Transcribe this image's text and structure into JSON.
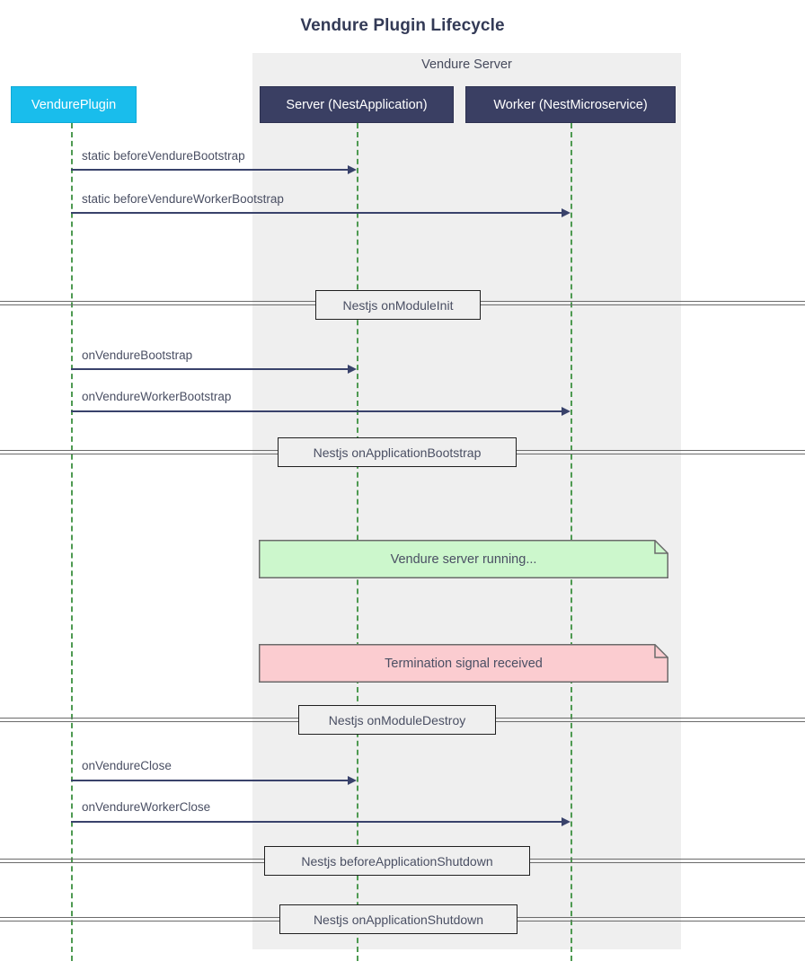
{
  "diagram": {
    "title": "Vendure Plugin Lifecycle",
    "type": "sequence-diagram",
    "colors": {
      "plugin_fill": "#19bdec",
      "nest_fill": "#3a3f63",
      "group_fill": "#efefef",
      "lifeline": "#4e9a51",
      "arrow": "#39426b",
      "note_running_fill": "#ccf7cc",
      "note_termination_fill": "#fbccd0",
      "text": "#4a4f63",
      "title": "#333a56"
    }
  },
  "group": {
    "label": "Vendure Server"
  },
  "participants": [
    {
      "id": "plugin",
      "label": "VendurePlugin"
    },
    {
      "id": "server",
      "label": "Server (NestApplication)"
    },
    {
      "id": "worker",
      "label": "Worker (NestMicroservice)"
    }
  ],
  "messages": [
    {
      "label": "static beforeVendureBootstrap",
      "from": "plugin",
      "to": "server"
    },
    {
      "label": "static beforeVendureWorkerBootstrap",
      "from": "plugin",
      "to": "worker"
    },
    {
      "label": "onVendureBootstrap",
      "from": "plugin",
      "to": "server"
    },
    {
      "label": "onVendureWorkerBootstrap",
      "from": "plugin",
      "to": "worker"
    },
    {
      "label": "onVendureClose",
      "from": "plugin",
      "to": "server"
    },
    {
      "label": "onVendureWorkerClose",
      "from": "plugin",
      "to": "worker"
    }
  ],
  "dividers": [
    {
      "label": "Nestjs onModuleInit"
    },
    {
      "label": "Nestjs onApplicationBootstrap"
    },
    {
      "label": "Nestjs onModuleDestroy"
    },
    {
      "label": "Nestjs beforeApplicationShutdown"
    },
    {
      "label": "Nestjs onApplicationShutdown"
    }
  ],
  "notes": [
    {
      "label": "Vendure server running...",
      "kind": "running"
    },
    {
      "label": "Termination signal received",
      "kind": "termination"
    }
  ]
}
